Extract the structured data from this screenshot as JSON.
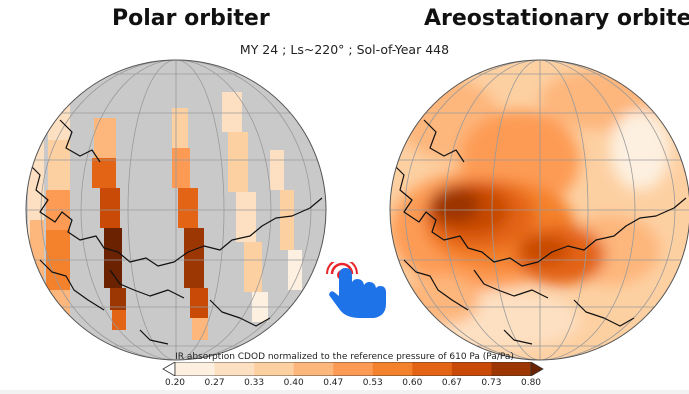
{
  "header": {
    "left_title": "Polar orbiter",
    "right_title": "Areostationary orbiter",
    "subtitle": "MY 24 ; Ls~220° ; Sol-of-Year 448"
  },
  "colorbar": {
    "title": "IR absorption CDOD normalized to the reference pressure of 610 Pa (Pa/Pa)",
    "ticks": [
      "0.20",
      "0.27",
      "0.33",
      "0.40",
      "0.47",
      "0.53",
      "0.60",
      "0.67",
      "0.73",
      "0.80"
    ],
    "colors": [
      "#fdf0e0",
      "#fde0c2",
      "#fdd0a2",
      "#fdb67c",
      "#fd9b54",
      "#f4812c",
      "#e36414",
      "#c84a06",
      "#9c3603",
      "#6b2201"
    ],
    "under_color": "#ffffff",
    "over_color": "#6b2201"
  },
  "map_style": {
    "no_data_color": "#c9c9c9",
    "grid_color": "#9a9a9a",
    "coast_color": "#111111"
  },
  "icons": {
    "tap": "tap-hand-icon"
  }
}
